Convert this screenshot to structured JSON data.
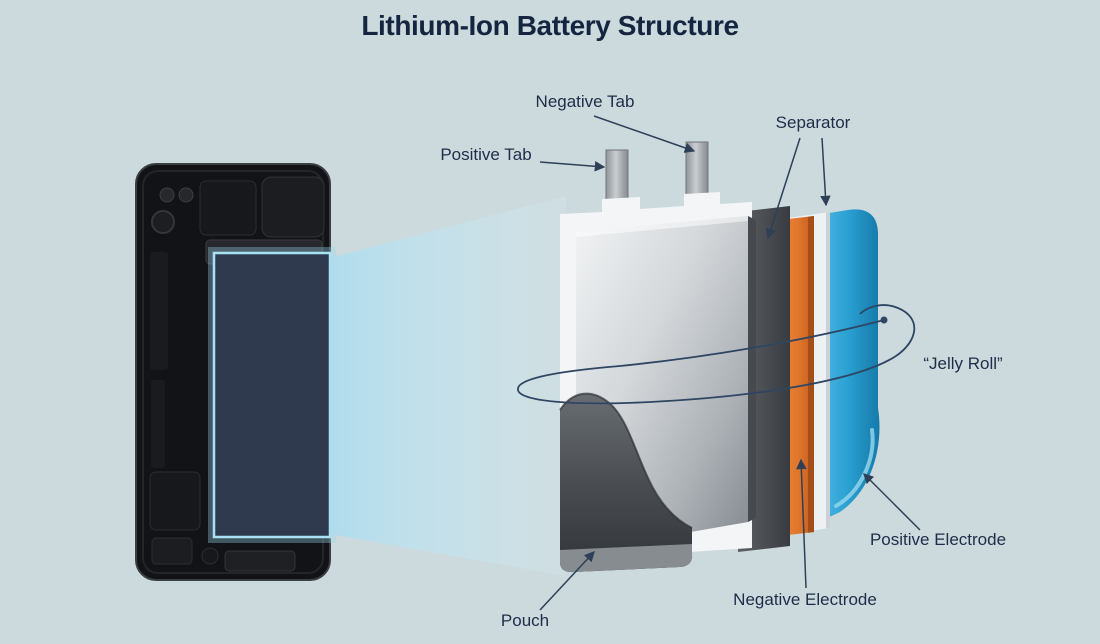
{
  "title": "Lithium-Ion Battery Structure",
  "labels": {
    "negative_tab": "Negative Tab",
    "positive_tab": "Positive Tab",
    "separator": "Separator",
    "jelly_roll": "“Jelly Roll”",
    "positive_electrode": "Positive Electrode",
    "negative_electrode": "Negative Electrode",
    "pouch": "Pouch"
  },
  "colors": {
    "background": "#ccdadd",
    "title_text": "#152540",
    "label_text": "#1e2c49",
    "leader_line": "#2e3f58",
    "beam_blue": "#b5e1f0",
    "outer_electrode_blue": "#2aa0d2",
    "positive_electrode_orange": "#e8823a",
    "separator_white": "#f0f2f3",
    "electrode_dark_gray": "#4e5258",
    "pouch_dark": "#44484c",
    "tab_gray": "#aab0b4",
    "phone_body": "#121317",
    "battery_highlight": "#a9e2f5"
  }
}
